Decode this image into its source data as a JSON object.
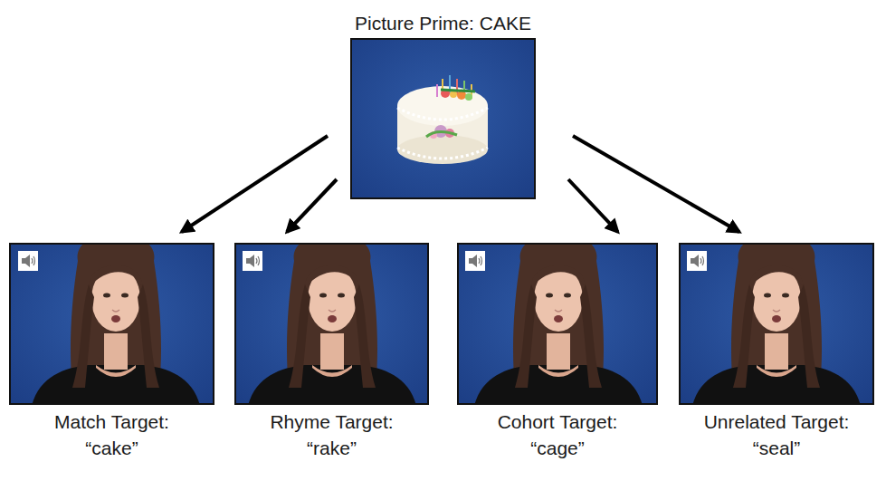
{
  "diagram": {
    "nodes": [
      {
        "text": [
          "Picture Prime: CAKE"
        ]
      },
      {
        "text": [
          "Match Target: “cake”"
        ]
      },
      {
        "text": [
          "Rhyme Target: “rake”"
        ]
      },
      {
        "text": [
          "Cohort Target: “cage”"
        ]
      },
      {
        "text": [
          "Unrelated Target: “seal”"
        ]
      }
    ],
    "edges": [
      {
        "from": 0,
        "to": 1,
        "arrow": "to"
      },
      {
        "from": 0,
        "to": 2,
        "arrow": "to"
      },
      {
        "from": 0,
        "to": 3,
        "arrow": "to"
      },
      {
        "from": 0,
        "to": 4,
        "arrow": "to"
      }
    ]
  }
}
